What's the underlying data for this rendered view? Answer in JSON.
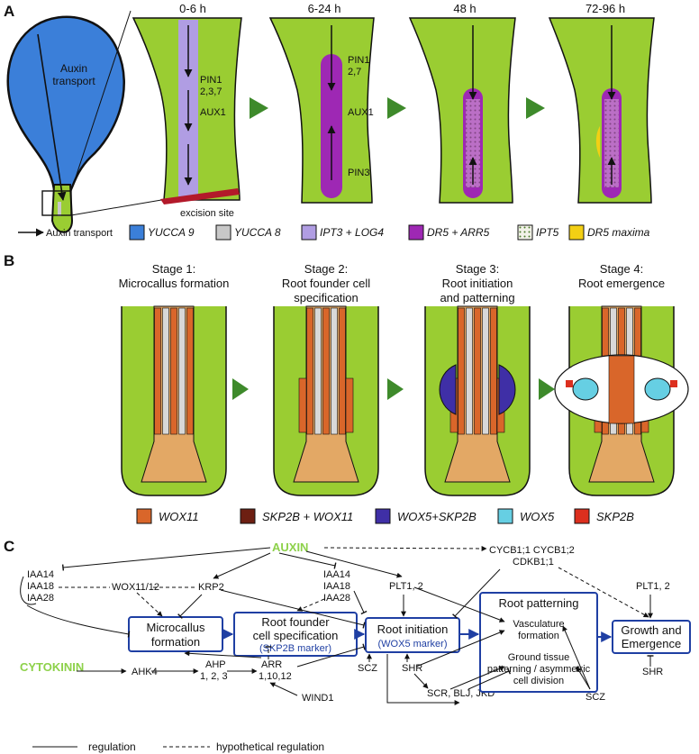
{
  "panelA": {
    "letter": "A",
    "auxin_transport": "Auxin\ntransport",
    "times": [
      "0-6 h",
      "6-24 h",
      "48 h",
      "72-96 h"
    ],
    "p0": {
      "pin": "PIN1\n2,3,7",
      "aux": "AUX1",
      "excision": "excision site"
    },
    "p1": {
      "pin": "PIN1\n2,7",
      "aux": "AUX1",
      "pin3": "PIN3"
    },
    "legend": {
      "arrow": "Auxin transport",
      "yucca9": "YUCCA 9",
      "yucca8": "YUCCA 8",
      "ipt3": "IPT3 + LOG4",
      "dr5arr5": "DR5 + ARR5",
      "ipt5": "IPT5",
      "dr5max": "DR5 maxima"
    }
  },
  "panelB": {
    "letter": "B",
    "stages": [
      {
        "l1": "Stage 1:",
        "l2": "Microcallus formation",
        "l3": ""
      },
      {
        "l1": "Stage 2:",
        "l2": "Root founder cell",
        "l3": "specification"
      },
      {
        "l1": "Stage 3:",
        "l2": "Root initiation",
        "l3": "and patterning"
      },
      {
        "l1": "Stage 4:",
        "l2": "Root emergence",
        "l3": ""
      }
    ],
    "legend": {
      "wox11": "WOX11",
      "skp2b_wox11": "SKP2B + WOX11",
      "wox5_skp2b": "WOX5+SKP2B",
      "wox5": "WOX5",
      "skp2b": "SKP2B"
    }
  },
  "panelC": {
    "letter": "C",
    "auxin": "AUXIN",
    "cytokinin": "CYTOKININ",
    "iaa_left": [
      "IAA14",
      "IAA18",
      "IAA28"
    ],
    "wox1112": "WOX11/12",
    "krp2": "KRP2",
    "iaa_mid": [
      "IAA14",
      "IAA18",
      "IAA28"
    ],
    "plt12": "PLT1, 2",
    "cycb": [
      "CYCB1;1 CYCB1;2",
      "CDKB1;1"
    ],
    "plt12_right": "PLT1, 2",
    "ahk4": "AHK4",
    "ahp": [
      "AHP",
      "1, 2, 3"
    ],
    "arr": [
      "ARR",
      "1,10,12"
    ],
    "wind1": "WIND1",
    "scz_left": "SCZ",
    "shr_mid": "SHR",
    "scr": "SCR, BLJ, JKD",
    "scz_right": "SCZ",
    "shr_right": "SHR",
    "box_microcallus": [
      "Microcallus",
      "formation"
    ],
    "box_founder": [
      "Root founder",
      "cell specification"
    ],
    "box_founder_marker": "(SKP2B marker)",
    "box_init": "Root initiation",
    "box_init_marker": "(WOX5 marker)",
    "box_pattern": "Root patterning",
    "box_vasc": [
      "Vasculature",
      "formation"
    ],
    "box_ground": [
      "Ground tissue",
      "patterning / asymmetric",
      "cell division"
    ],
    "box_growth": [
      "Growth and",
      "Emergence"
    ],
    "key_regulation": "regulation",
    "key_hypo": "hypothetical regulation"
  },
  "colors": {
    "leaf_green": "#9acd32",
    "yucca9_blue": "#3b7fd9",
    "yucca8_gray": "#c8c8c8",
    "ipt3_lavender": "#b09de3",
    "dr5_purple": "#9e28b4",
    "dr5max_yellow": "#f3cf14",
    "wox11_orange": "#d9662a",
    "skp2b_wox11_brown": "#6d1f12",
    "wox5_skp2b_violet": "#3f2fa6",
    "wox5_cyan": "#66cfe3",
    "skp2b_red": "#dc2f1e",
    "arrowhead_green": "#3e8a2b",
    "hormone_green": "#8dd14a",
    "box_blue": "#1f3fa3"
  }
}
